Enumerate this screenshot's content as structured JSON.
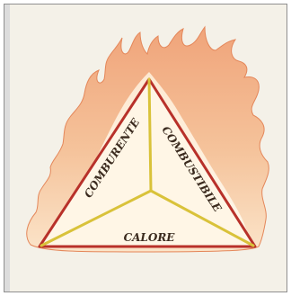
{
  "diagram": {
    "sides": {
      "left": "COMBURENTE",
      "right": "COMBUSTIBILE",
      "bottom": "CALORE"
    }
  },
  "colors": {
    "background": "#f4f1e8",
    "flame_outer": "#f1b489",
    "flame_inner": "#fbe3c6",
    "triangle_fill": "#fff6e6",
    "triangle_stroke": "#b8312a",
    "spokes": "#d9c23a",
    "label_text": "#3a2a1e"
  },
  "icons": [
    "flames",
    "fire-triangle"
  ]
}
